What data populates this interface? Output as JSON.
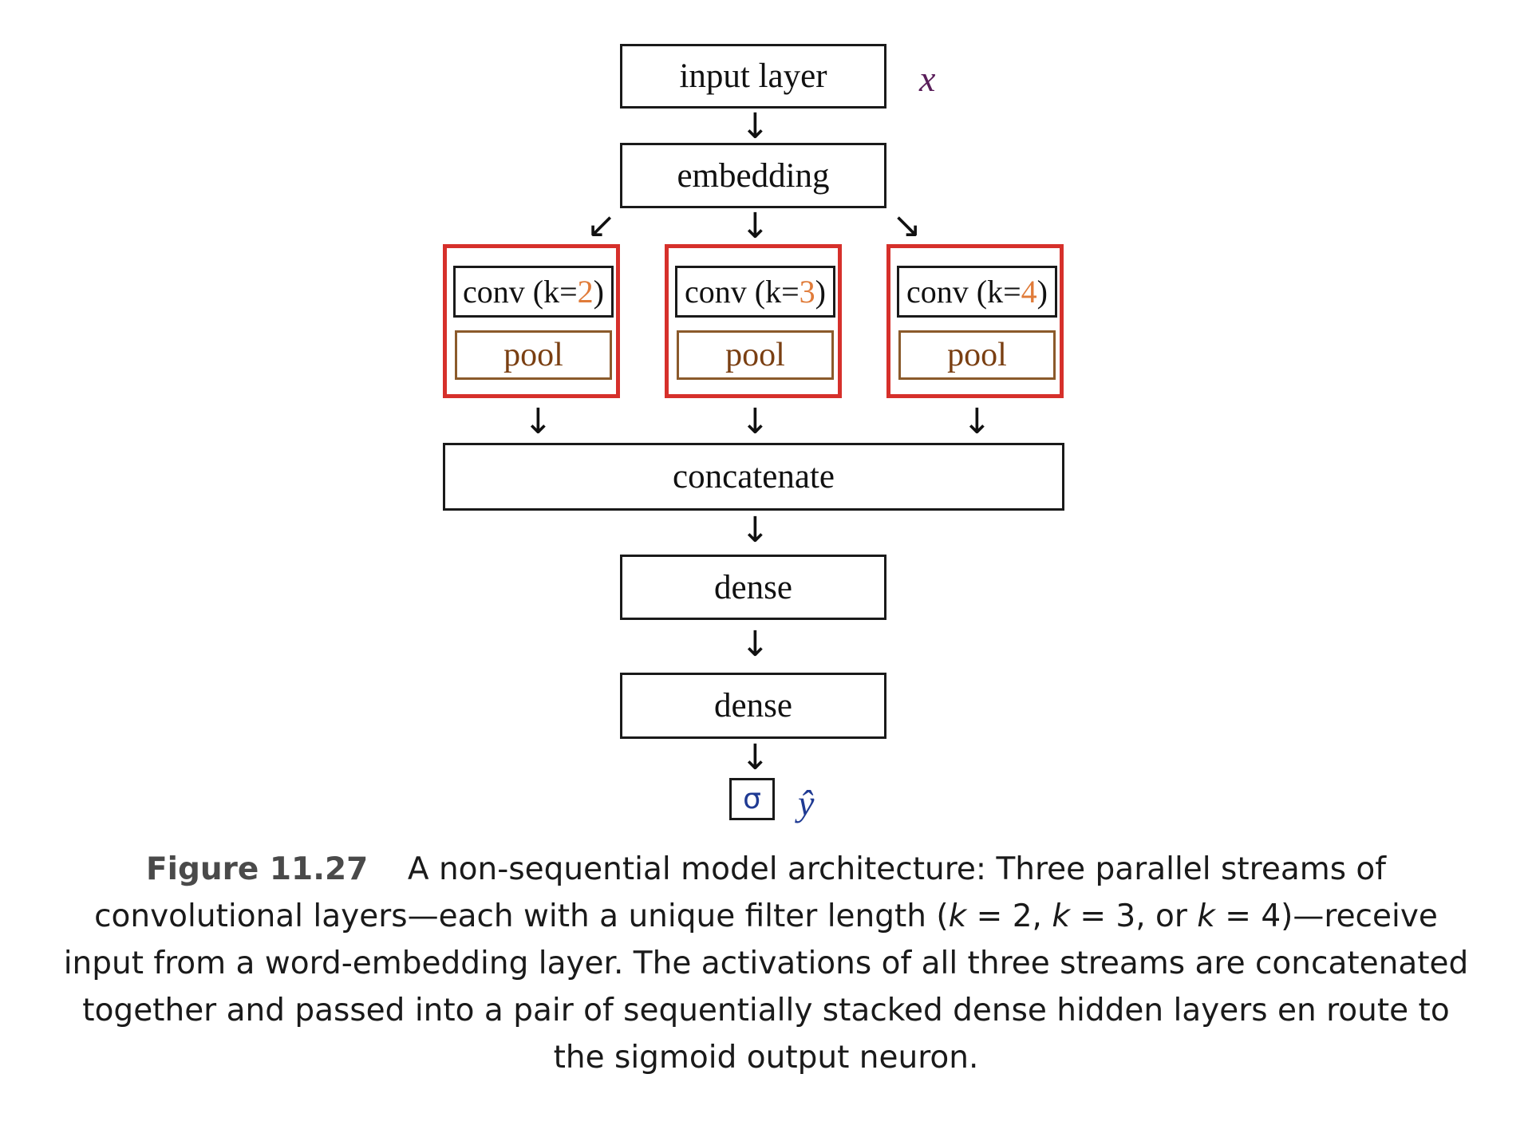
{
  "diagram": {
    "input": {
      "label": "input layer",
      "symbol": "x"
    },
    "embedding": {
      "label": "embedding"
    },
    "streams": [
      {
        "conv_prefix": "conv (k=",
        "k": "2",
        "conv_suffix": ")",
        "pool": "pool"
      },
      {
        "conv_prefix": "conv (k=",
        "k": "3",
        "conv_suffix": ")",
        "pool": "pool"
      },
      {
        "conv_prefix": "conv (k=",
        "k": "4",
        "conv_suffix": ")",
        "pool": "pool"
      }
    ],
    "concatenate": {
      "label": "concatenate"
    },
    "dense_1": {
      "label": "dense"
    },
    "dense_2": {
      "label": "dense"
    },
    "output": {
      "activation": "σ",
      "symbol": "ŷ"
    },
    "arrows": {
      "down": "↓",
      "down_left": "↙",
      "down_right": "↘"
    },
    "colors": {
      "group_border": "#d6302b",
      "k_value": "#e07b39",
      "pool_text": "#7a3f12",
      "x_symbol": "#5a1e5a",
      "y_hat": "#1f3a93"
    }
  },
  "caption": {
    "label": "Figure 11.27",
    "line1": "A non-sequential model architecture: Three parallel streams of",
    "line2_a": "convolutional layers—each with a unique filter length (",
    "k1_var": "k",
    "k1_eq": " = 2, ",
    "k2_var": "k",
    "k2_eq": " = 3, or ",
    "k3_var": "k",
    "k3_eq": " = 4)—receive",
    "line3": "input from a word-embedding layer. The activations of all three streams are concatenated",
    "line4": "together and passed into a pair of sequentially stacked dense hidden layers en route to",
    "line5": "the sigmoid output neuron."
  }
}
